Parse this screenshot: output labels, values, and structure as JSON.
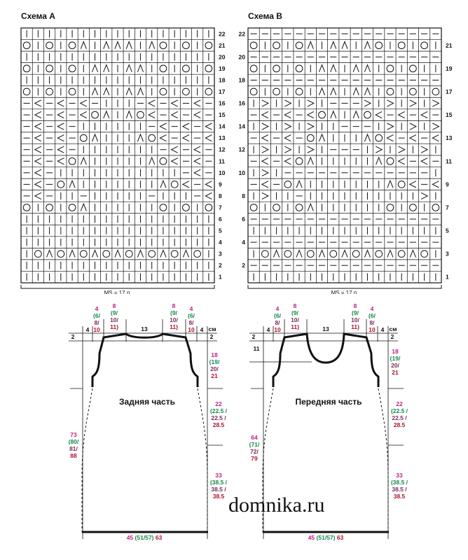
{
  "chart_a": {
    "title": "Схема A",
    "rows": [
      "|||||||||||||||||",
      "O|O|OΛ|ΛΛΛ|ΛO|O|O",
      "|||||||||||||||||",
      "O|O|O|ΛΛ|ΛΛ|O|O|O",
      "|||||||||||||||||",
      "O|O|O|ΛΛ|ΛΛ|O|O|O",
      "-<-<-<-|||-<-<-<-",
      "-<-<-<OΛ|ΛO<-<-<-",
      "-<-<-||||||-<-<-<",
      "-<-<-OΛ|||ΛO<-<-<",
      "-<-<-|||||||-<-<-",
      "-<-<OΛ|||||ΛO<-<-",
      "-<-|||||||||||-<-",
      "-<-OΛ|||||||ΛO<-<",
      "-<-||-|||||-|||-<",
      "O|O|OΛ||||||O|O|O",
      "|||||||||||||||||",
      "|||||||||||||||||",
      "|||||||||||||||||",
      "|OΛOΛOΛOΛOΛOΛOΛO|",
      "|||||||||||||||||",
      "|||||||||||||||||"
    ],
    "left_labels": [
      "",
      "",
      "",
      "",
      "",
      "",
      "",
      "",
      "",
      "",
      "",
      "",
      "",
      "",
      "",
      "",
      "",
      "",
      "",
      "",
      "",
      ""
    ],
    "right_labels": [
      "22",
      "21",
      "20",
      "19",
      "18",
      "17",
      "16",
      "15",
      "14",
      "13",
      "12",
      "11",
      "10",
      "9",
      "8",
      "7",
      "6",
      "5",
      "4",
      "3",
      "2",
      "1"
    ],
    "repeat_label": "MS = 17 п."
  },
  "chart_b": {
    "title": "Схема B",
    "rows": [
      "-----------------",
      "O|O|OΛ|ΛΛ|ΛO|O|O",
      "-----------------",
      "O|O|O|ΛΛ|ΛΛ|O|O|",
      "-----------------",
      "O|O|O|ΛΛ|ΛΛ|O|O|O",
      "|>|>|>|--->|>|>|>",
      "-<-<-<OΛ|ΛO<-<-<-",
      "|>|>|>||---|>|>|>",
      "-<-<-OΛ|||ΛO<-<-<",
      "|>|>|>|---|>|>|>|",
      "-<-<OΛ|||||ΛO<-<-",
      "|>|-------------|",
      "-<-OΛ|||||||ΛO<-<",
      "|>||-||||||||||>|",
      "O|O|OΛ||||||O|O|O",
      "-----------------",
      "|||||||||||||||||",
      "-----------------",
      "|OΛOΛOΛOΛOΛOΛOΛO|",
      "-----------------",
      "|||||||||||||||||"
    ],
    "left_labels": [
      "22",
      "",
      "20",
      "",
      "18",
      "",
      "16",
      "",
      "14",
      "",
      "12",
      "",
      "10",
      "",
      "8",
      "",
      "6",
      "",
      "4",
      "",
      "2",
      ""
    ],
    "right_labels": [
      "",
      "21",
      "",
      "19",
      "",
      "17",
      "",
      "15",
      "",
      "13",
      "",
      "11",
      "",
      "9",
      "",
      "7",
      "",
      "5",
      "",
      "3",
      "",
      "1"
    ],
    "repeat_label": "MS = 17 п."
  },
  "back": {
    "title": "Задняя часть",
    "dim_4": "4",
    "dim_13": "13",
    "unit_cm": "см",
    "shoulder_drop": "2",
    "top_group": [
      "4",
      "(6/",
      "8/",
      "10"
    ],
    "top_group2": [
      "8",
      "(9/",
      "10/",
      "11)"
    ],
    "armhole": [
      "18",
      "(19/",
      "20/",
      "21"
    ],
    "side_upper": [
      "22",
      "(22.5 /",
      "22.5 /",
      "28.5"
    ],
    "side_lower": [
      "33",
      "(38.5 /",
      "38.5 /",
      "38.5"
    ],
    "length": [
      "73",
      "(80/",
      "81/",
      "88"
    ],
    "bottom": [
      "45",
      "(51/57)",
      "63"
    ]
  },
  "front": {
    "title": "Передняя часть",
    "neck_depth": "11",
    "length": [
      "64",
      "(71/",
      "72/",
      "79"
    ]
  },
  "watermark": "domnika.ru",
  "colors": {
    "ink": "#111111",
    "magenta": "#c0208a",
    "green": "#138a4a",
    "red": "#b0122a"
  }
}
